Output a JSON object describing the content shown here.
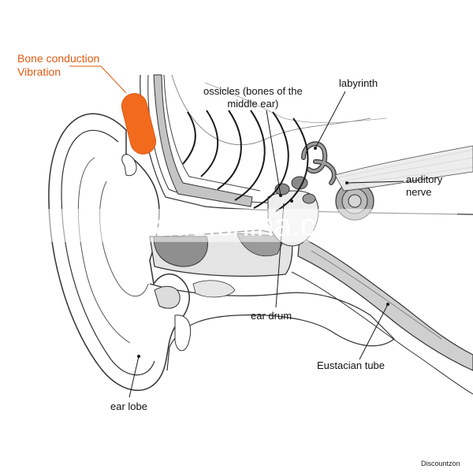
{
  "labels": {
    "bone_line1": "Bone conduction",
    "bone_line2": "Vibration",
    "ossicles_line1": "ossicles (bones of the",
    "ossicles_line2": "middle ear)",
    "labyrinth": "labyrinth",
    "auditory_line1": "auditory",
    "auditory_line2": "nerve",
    "ear_drum": "ear drum",
    "eustacian_tube": "Eustacian tube",
    "ear_lobe": "ear lobe"
  },
  "watermark": "trade.china.cn",
  "credit": "Discountzon",
  "colors": {
    "accent": "#e05a12",
    "vibrator": "#f26b1d",
    "line": "#333333",
    "tissue_dark": "#8f8f8f",
    "tissue_mid": "#b5b5b5",
    "tissue_light": "#dedede"
  }
}
